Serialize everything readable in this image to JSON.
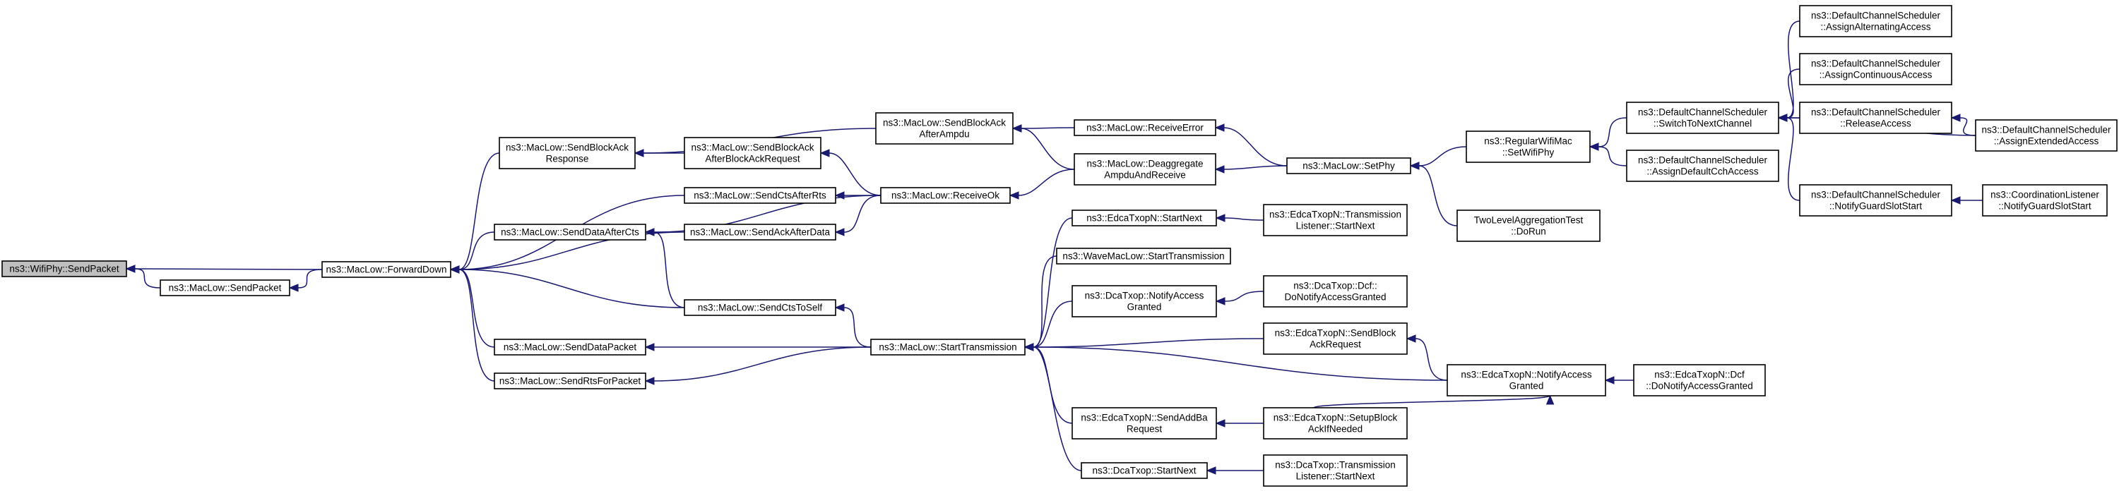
{
  "nodes": [
    {
      "id": "n0",
      "lines": [
        "ns3::WifiPhy::SendPacket"
      ],
      "root": true
    },
    {
      "id": "n1",
      "lines": [
        "ns3::MacLow::SendPacket"
      ]
    },
    {
      "id": "n2",
      "lines": [
        "ns3::MacLow::ForwardDown"
      ]
    },
    {
      "id": "n3",
      "lines": [
        "ns3::MacLow::SendBlockAck",
        "Response"
      ]
    },
    {
      "id": "n4",
      "lines": [
        "ns3::MacLow::SendDataAfterCts"
      ]
    },
    {
      "id": "n5",
      "lines": [
        "ns3::MacLow::SendDataPacket"
      ]
    },
    {
      "id": "n6",
      "lines": [
        "ns3::MacLow::SendRtsForPacket"
      ]
    },
    {
      "id": "n7",
      "lines": [
        "ns3::MacLow::SendBlockAck",
        "AfterBlockAckRequest"
      ]
    },
    {
      "id": "n8",
      "lines": [
        "ns3::MacLow::SendCtsAfterRts"
      ]
    },
    {
      "id": "n9",
      "lines": [
        "ns3::MacLow::SendAckAfterData"
      ]
    },
    {
      "id": "n10",
      "lines": [
        "ns3::MacLow::SendCtsToSelf"
      ]
    },
    {
      "id": "n11",
      "lines": [
        "ns3::MacLow::SendBlockAck",
        "AfterAmpdu"
      ]
    },
    {
      "id": "n12",
      "lines": [
        "ns3::MacLow::ReceiveOk"
      ]
    },
    {
      "id": "n13",
      "lines": [
        "ns3::MacLow::StartTransmission"
      ]
    },
    {
      "id": "n14",
      "lines": [
        "ns3::MacLow::ReceiveError"
      ]
    },
    {
      "id": "n15",
      "lines": [
        "ns3::MacLow::Deaggregate",
        "AmpduAndReceive"
      ]
    },
    {
      "id": "n16",
      "lines": [
        "ns3::EdcaTxopN::StartNext"
      ]
    },
    {
      "id": "n17",
      "lines": [
        "ns3::WaveMacLow::StartTransmission"
      ]
    },
    {
      "id": "n18",
      "lines": [
        "ns3::DcaTxop::NotifyAccess",
        "Granted"
      ]
    },
    {
      "id": "n19",
      "lines": [
        "ns3::EdcaTxopN::SendAddBa",
        "Request"
      ]
    },
    {
      "id": "n20",
      "lines": [
        "ns3::DcaTxop::StartNext"
      ]
    },
    {
      "id": "n21",
      "lines": [
        "ns3::MacLow::SetPhy"
      ]
    },
    {
      "id": "n22",
      "lines": [
        "ns3::EdcaTxopN::Transmission",
        "Listener::StartNext"
      ]
    },
    {
      "id": "n23",
      "lines": [
        "ns3::DcaTxop::Dcf::",
        "DoNotifyAccessGranted"
      ]
    },
    {
      "id": "n24",
      "lines": [
        "ns3::EdcaTxopN::SendBlock",
        "AckRequest"
      ]
    },
    {
      "id": "n25",
      "lines": [
        "ns3::EdcaTxopN::SetupBlock",
        "AckIfNeeded"
      ]
    },
    {
      "id": "n26",
      "lines": [
        "ns3::DcaTxop::Transmission",
        "Listener::StartNext"
      ]
    },
    {
      "id": "n27",
      "lines": [
        "ns3::RegularWifiMac",
        "::SetWifiPhy"
      ]
    },
    {
      "id": "n28",
      "lines": [
        "TwoLevelAggregationTest",
        "::DoRun"
      ]
    },
    {
      "id": "n29",
      "lines": [
        "ns3::EdcaTxopN::NotifyAccess",
        "Granted"
      ]
    },
    {
      "id": "n30",
      "lines": [
        "ns3::DefaultChannelScheduler",
        "::SwitchToNextChannel"
      ]
    },
    {
      "id": "n31",
      "lines": [
        "ns3::DefaultChannelScheduler",
        "::AssignDefaultCchAccess"
      ]
    },
    {
      "id": "n32",
      "lines": [
        "ns3::DefaultChannelScheduler",
        "::NotifyGuardSlotStart"
      ]
    },
    {
      "id": "n33",
      "lines": [
        "ns3::EdcaTxopN::Dcf",
        "::DoNotifyAccessGranted"
      ]
    },
    {
      "id": "n34",
      "lines": [
        "ns3::DefaultChannelScheduler",
        "::AssignAlternatingAccess"
      ]
    },
    {
      "id": "n35",
      "lines": [
        "ns3::DefaultChannelScheduler",
        "::AssignContinuousAccess"
      ]
    },
    {
      "id": "n36",
      "lines": [
        "ns3::DefaultChannelScheduler",
        "::ReleaseAccess"
      ]
    },
    {
      "id": "n37",
      "lines": [
        "ns3::CoordinationListener",
        "::NotifyGuardSlotStart"
      ]
    },
    {
      "id": "n38",
      "lines": [
        "ns3::DefaultChannelScheduler",
        "::AssignExtendedAccess"
      ]
    }
  ],
  "edges": [
    {
      "from": "n1",
      "to": "n0"
    },
    {
      "from": "n2",
      "to": "n0"
    },
    {
      "from": "n2",
      "to": "n1"
    },
    {
      "from": "n3",
      "to": "n2"
    },
    {
      "from": "n8",
      "to": "n2"
    },
    {
      "from": "n9",
      "to": "n2"
    },
    {
      "from": "n4",
      "to": "n2"
    },
    {
      "from": "n10",
      "to": "n2"
    },
    {
      "from": "n5",
      "to": "n2"
    },
    {
      "from": "n6",
      "to": "n2"
    },
    {
      "from": "n11",
      "to": "n3"
    },
    {
      "from": "n7",
      "to": "n3"
    },
    {
      "from": "n12",
      "to": "n7"
    },
    {
      "from": "n12",
      "to": "n8"
    },
    {
      "from": "n12",
      "to": "n9"
    },
    {
      "from": "n12",
      "to": "n4"
    },
    {
      "from": "n10",
      "to": "n4"
    },
    {
      "from": "n13",
      "to": "n10"
    },
    {
      "from": "n13",
      "to": "n5"
    },
    {
      "from": "n13",
      "to": "n6"
    },
    {
      "from": "n14",
      "to": "n11"
    },
    {
      "from": "n15",
      "to": "n11"
    },
    {
      "from": "n15",
      "to": "n12"
    },
    {
      "from": "n21",
      "to": "n14"
    },
    {
      "from": "n21",
      "to": "n15"
    },
    {
      "from": "n27",
      "to": "n21"
    },
    {
      "from": "n28",
      "to": "n21"
    },
    {
      "from": "n30",
      "to": "n27"
    },
    {
      "from": "n31",
      "to": "n27"
    },
    {
      "from": "n34",
      "to": "n30"
    },
    {
      "from": "n35",
      "to": "n30"
    },
    {
      "from": "n36",
      "to": "n30"
    },
    {
      "from": "n38",
      "to": "n30"
    },
    {
      "from": "n32",
      "to": "n30"
    },
    {
      "from": "n38",
      "to": "n36"
    },
    {
      "from": "n37",
      "to": "n32"
    },
    {
      "from": "n16",
      "to": "n13"
    },
    {
      "from": "n17",
      "to": "n13"
    },
    {
      "from": "n18",
      "to": "n13"
    },
    {
      "from": "n24",
      "to": "n13"
    },
    {
      "from": "n29",
      "to": "n13"
    },
    {
      "from": "n19",
      "to": "n13"
    },
    {
      "from": "n20",
      "to": "n13"
    },
    {
      "from": "n22",
      "to": "n16"
    },
    {
      "from": "n23",
      "to": "n18"
    },
    {
      "from": "n29",
      "to": "n24"
    },
    {
      "from": "n25",
      "to": "n29"
    },
    {
      "from": "n25",
      "to": "n19"
    },
    {
      "from": "n33",
      "to": "n29"
    },
    {
      "from": "n26",
      "to": "n20"
    }
  ]
}
